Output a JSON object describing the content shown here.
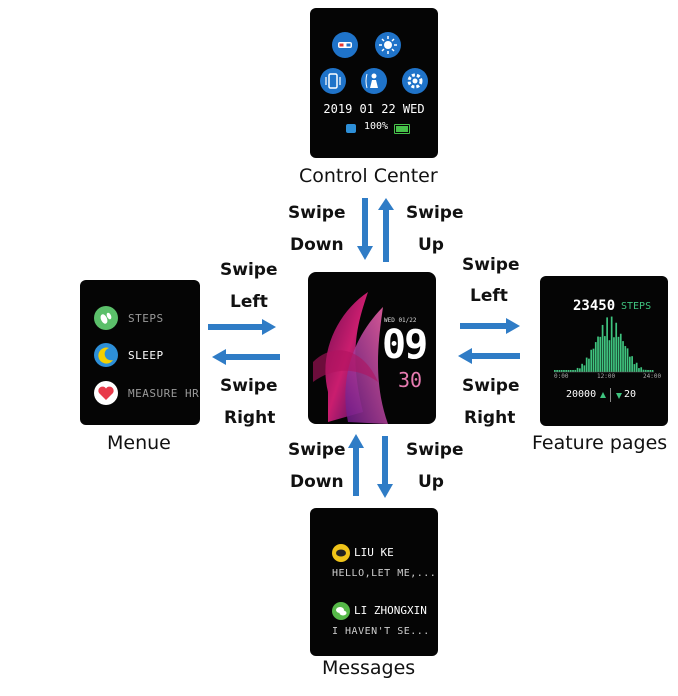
{
  "screens": {
    "control_center": {
      "caption": "Control Center",
      "date": "2019 01 22 WED",
      "battery": "100%",
      "icons": [
        "glasses-icon",
        "brightness-icon",
        "vibrate-icon",
        "find-phone-icon",
        "settings-icon"
      ],
      "accent": "#1f73c9"
    },
    "menu": {
      "caption": "Menue",
      "items": [
        {
          "label": "STEPS",
          "icon": "steps-icon",
          "color": "#5bbf6a"
        },
        {
          "label": "SLEEP",
          "icon": "sleep-icon",
          "color": "#2d8fd8"
        },
        {
          "label": "MEASURE HR",
          "icon": "heart-icon",
          "color": "#e83a4a"
        }
      ]
    },
    "watch_face": {
      "date_label": "WED 01/22",
      "hour": "09",
      "minute": "30"
    },
    "feature": {
      "caption": "Feature pages",
      "steps_value": "23450",
      "steps_unit": "STEPS",
      "axis_ticks": [
        "0:00",
        "12:00",
        "24:00"
      ],
      "goal": "20000",
      "goal_rank": "20",
      "accent": "#3fc47f"
    },
    "messages": {
      "caption": "Messages",
      "items": [
        {
          "name": "LIU KE",
          "text": "HELLO,LET ME,...",
          "icon": "chat-bubble-icon",
          "color": "#f0c419"
        },
        {
          "name": "LI ZHONGXIN",
          "text": "I HAVEN'T SE...",
          "icon": "wechat-icon",
          "color": "#56b948"
        }
      ]
    }
  },
  "gestures": {
    "top_left": {
      "line1": "Swipe",
      "line2": "Down"
    },
    "top_right": {
      "line1": "Swipe",
      "line2": "Up"
    },
    "left_top": {
      "line1": "Swipe",
      "line2": "Left"
    },
    "left_bottom": {
      "line1": "Swipe",
      "line2": "Right"
    },
    "right_top": {
      "line1": "Swipe",
      "line2": "Left"
    },
    "right_bottom": {
      "line1": "Swipe",
      "line2": "Right"
    },
    "bottom_left": {
      "line1": "Swipe",
      "line2": "Down"
    },
    "bottom_right": {
      "line1": "Swipe",
      "line2": "Up"
    }
  },
  "arrow_color": "#2f7cc6"
}
